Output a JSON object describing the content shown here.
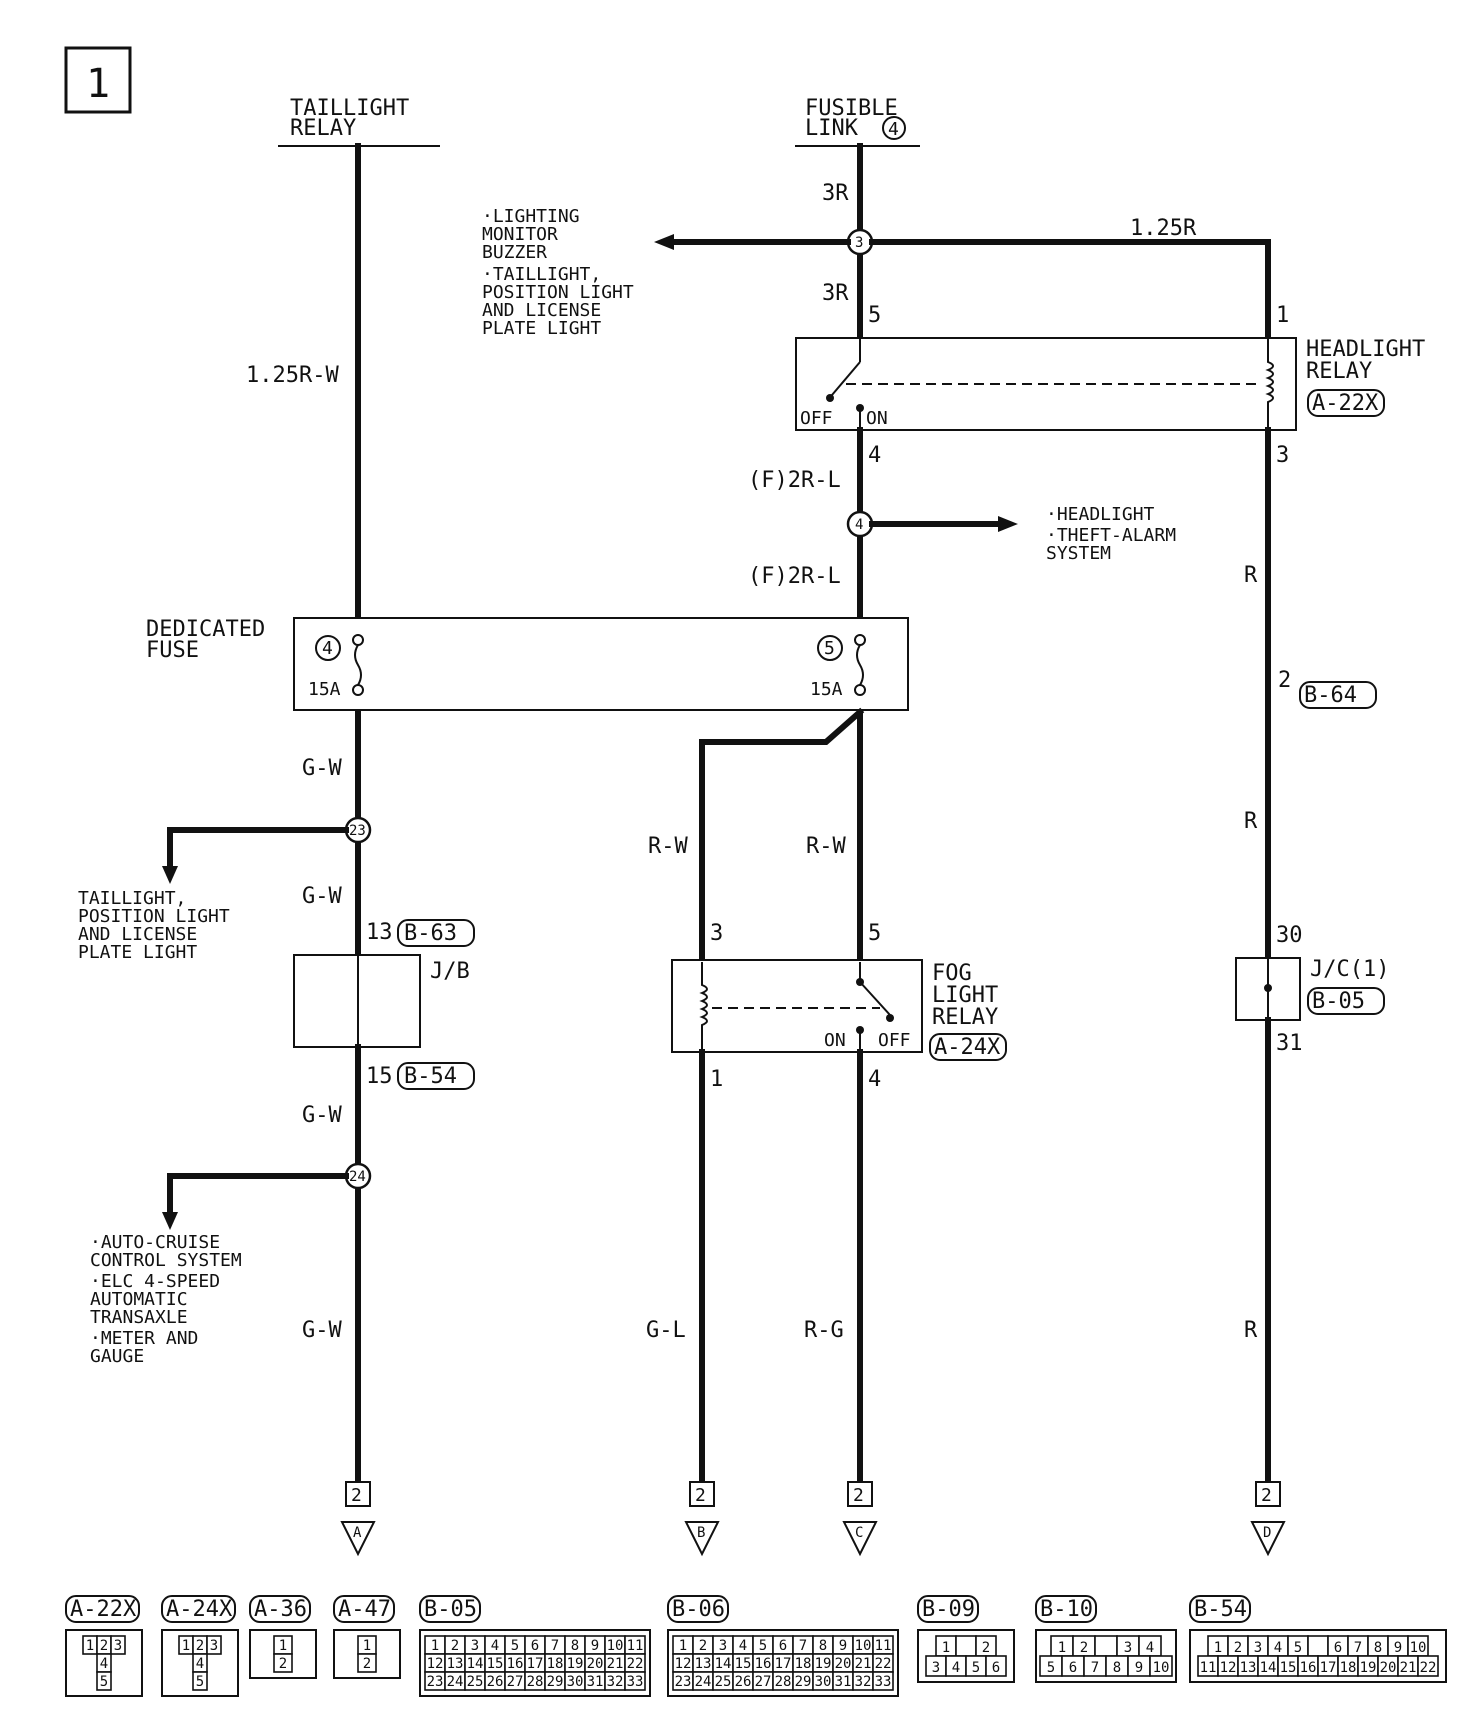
{
  "page_number": "1",
  "top_sources": {
    "taillight_relay": [
      "TAILLIGHT",
      "RELAY"
    ],
    "fusible_link": [
      "FUSIBLE",
      "LINK"
    ],
    "fusible_link_num": "4"
  },
  "wire_labels": {
    "w_3r_top": "3R",
    "w_125r": "1.25R",
    "w_3r_mid": "3R",
    "w_125rw": "1.25R-W",
    "w_f2rl_1": "(F)2R-L",
    "w_f2rl_2": "(F)2R-L",
    "w_gw_1": "G-W",
    "w_gw_2": "G-W",
    "w_gw_3": "G-W",
    "w_gw_4": "G-W",
    "w_rw_left": "R-W",
    "w_rw_right": "R-W",
    "w_gl": "G-L",
    "w_rg": "R-G",
    "w_r_1": "R",
    "w_r_2": "R",
    "w_r_3": "R"
  },
  "junctions": {
    "j3": "3",
    "j4": "4",
    "j23": "23",
    "j24": "24"
  },
  "branch_notes": {
    "lighting_monitor": [
      "·LIGHTING",
      " MONITOR",
      " BUZZER",
      "·TAILLIGHT,",
      " POSITION LIGHT",
      " AND LICENSE",
      " PLATE LIGHT"
    ],
    "headlight_theft": [
      "·HEADLIGHT",
      "·THEFT-ALARM",
      " SYSTEM"
    ],
    "taillight_pos": [
      "TAILLIGHT,",
      "POSITION LIGHT",
      "AND LICENSE",
      "PLATE LIGHT"
    ],
    "auto_cruise": [
      "·AUTO-CRUISE",
      " CONTROL SYSTEM",
      "·ELC 4-SPEED",
      " AUTOMATIC",
      " TRANSAXLE",
      "·METER AND",
      " GAUGE"
    ]
  },
  "headlight_relay": {
    "title": [
      "HEADLIGHT",
      "RELAY"
    ],
    "connector": "A-22X",
    "pin_in_switch": "5",
    "pin_in_coil": "1",
    "pin_out_switch": "4",
    "pin_out_coil": "3",
    "off": "OFF",
    "on": "ON"
  },
  "dedicated_fuse": {
    "title": [
      "DEDICATED",
      "FUSE"
    ],
    "fuse_a_num": "4",
    "fuse_a_rating": "15A",
    "fuse_b_num": "5",
    "fuse_b_rating": "15A"
  },
  "jb": {
    "title": "J/B",
    "pin_top": "13",
    "conn_top": "B-63",
    "pin_bot": "15",
    "conn_bot": "B-54"
  },
  "fog_relay": {
    "title": [
      "FOG",
      "LIGHT",
      "RELAY"
    ],
    "connector": "A-24X",
    "pin_coil_in": "3",
    "pin_sw_in": "5",
    "pin_coil_out": "1",
    "pin_sw_out": "4",
    "on": "ON",
    "off": "OFF"
  },
  "b64": {
    "pin": "2",
    "connector": "B-64"
  },
  "jc": {
    "title": "J/C(1)",
    "connector": "B-05",
    "pin_top": "30",
    "pin_bot": "31"
  },
  "terminals": [
    {
      "page": "2",
      "letter": "A"
    },
    {
      "page": "2",
      "letter": "B"
    },
    {
      "page": "2",
      "letter": "C"
    },
    {
      "page": "2",
      "letter": "D"
    }
  ],
  "connector_views": [
    {
      "id": "A-22X",
      "rows": [
        [
          "1",
          "2",
          "3"
        ],
        [
          "4"
        ],
        [
          "5"
        ]
      ]
    },
    {
      "id": "A-24X",
      "rows": [
        [
          "1",
          "2",
          "3"
        ],
        [
          "4"
        ],
        [
          "5"
        ]
      ]
    },
    {
      "id": "A-36",
      "rows": [
        [
          "1"
        ],
        [
          "2"
        ]
      ]
    },
    {
      "id": "A-47",
      "rows": [
        [
          "1"
        ],
        [
          "2"
        ]
      ]
    },
    {
      "id": "B-05",
      "rows": [
        [
          "1",
          "2",
          "3",
          "4",
          "5",
          "6",
          "7",
          "8",
          "9",
          "10",
          "11"
        ],
        [
          "12",
          "13",
          "14",
          "15",
          "16",
          "17",
          "18",
          "19",
          "20",
          "21",
          "22"
        ],
        [
          "23",
          "24",
          "25",
          "26",
          "27",
          "28",
          "29",
          "30",
          "31",
          "32",
          "33"
        ]
      ]
    },
    {
      "id": "B-06",
      "rows": [
        [
          "1",
          "2",
          "3",
          "4",
          "5",
          "6",
          "7",
          "8",
          "9",
          "10",
          "11"
        ],
        [
          "12",
          "13",
          "14",
          "15",
          "16",
          "17",
          "18",
          "19",
          "20",
          "21",
          "22"
        ],
        [
          "23",
          "24",
          "25",
          "26",
          "27",
          "28",
          "29",
          "30",
          "31",
          "32",
          "33"
        ]
      ]
    },
    {
      "id": "B-09",
      "rows": [
        [
          "1",
          "",
          "2"
        ],
        [
          "3",
          "4",
          "5",
          "6"
        ]
      ]
    },
    {
      "id": "B-10",
      "rows": [
        [
          "1",
          "2",
          "",
          "3",
          "4"
        ],
        [
          "5",
          "6",
          "7",
          "8",
          "9",
          "10"
        ]
      ]
    },
    {
      "id": "B-54",
      "rows": [
        [
          "1",
          "2",
          "3",
          "4",
          "5",
          "",
          "6",
          "7",
          "8",
          "9",
          "10"
        ],
        [
          "11",
          "12",
          "13",
          "14",
          "15",
          "16",
          "17",
          "18",
          "19",
          "20",
          "21",
          "22"
        ]
      ]
    }
  ]
}
